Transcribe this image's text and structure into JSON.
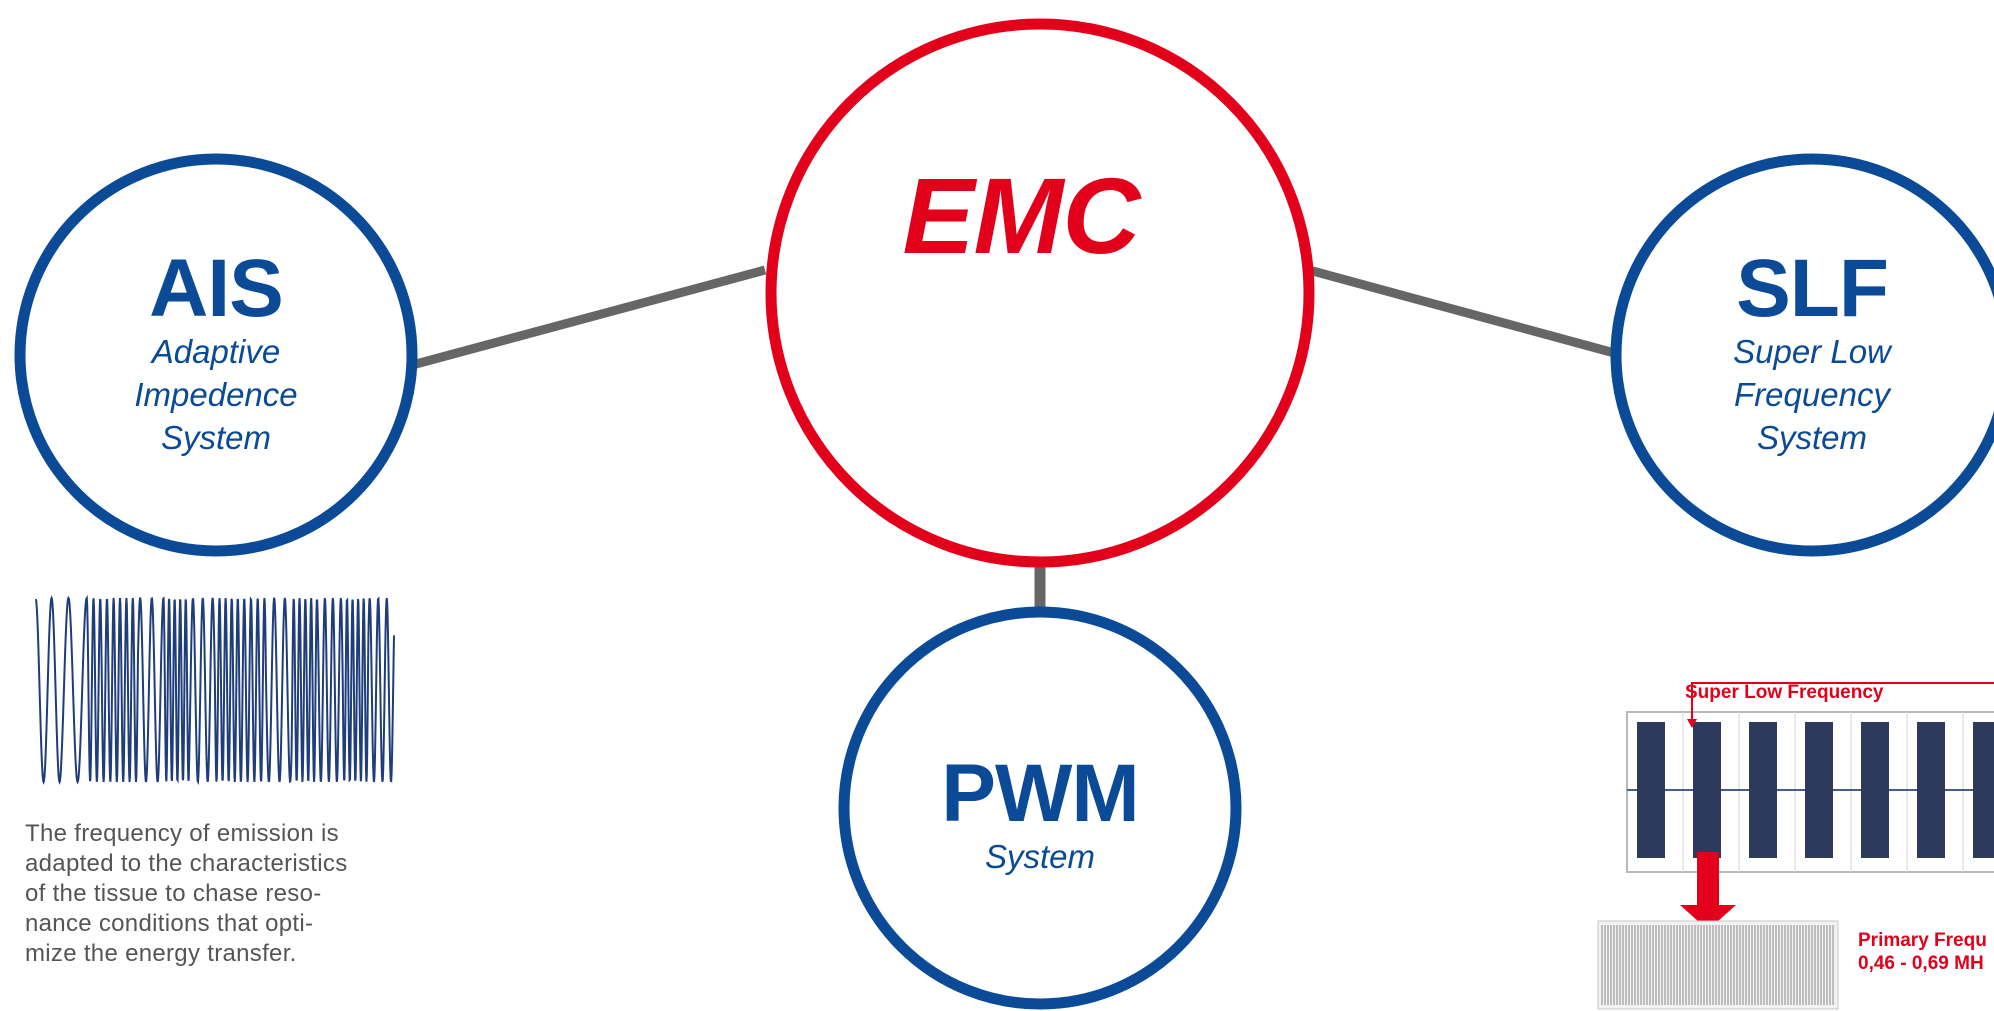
{
  "colors": {
    "blue": "#0b4a97",
    "red": "#e2001a",
    "connector": "#666666",
    "wave": "#1f3d7a",
    "pulse": "#2e3a5c"
  },
  "nodes": {
    "emc": {
      "abbr": "EMC"
    },
    "ais": {
      "abbr": "AIS",
      "lines": [
        "Adaptive",
        "Impedence",
        "System"
      ]
    },
    "slf": {
      "abbr": "SLF",
      "lines": [
        "Super Low",
        "Frequency",
        "System"
      ]
    },
    "pwm": {
      "abbr": "PWM",
      "lines": [
        "System"
      ]
    }
  },
  "ais_description": [
    "The frequency of emission is",
    "adapted to the characteristics",
    "of the tissue to chase reso-",
    "nance conditions that opti-",
    "mize the energy transfer."
  ],
  "slf_graphic": {
    "top_label": "Super Low Frequency",
    "primary_label_line1": "Primary Frequ",
    "primary_label_line2": "0,46 - 0,69 MH"
  }
}
